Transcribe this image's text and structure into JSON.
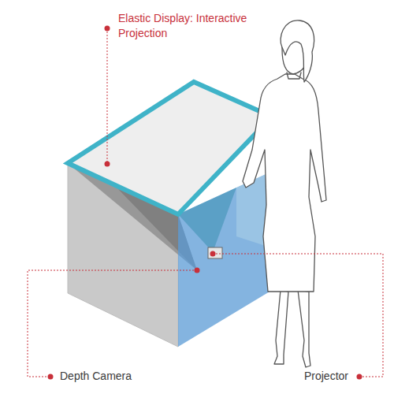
{
  "diagram": {
    "labels": [
      "Elastic Display: Interactive Projection",
      "Depth Camera",
      "Projector"
    ]
  }
}
